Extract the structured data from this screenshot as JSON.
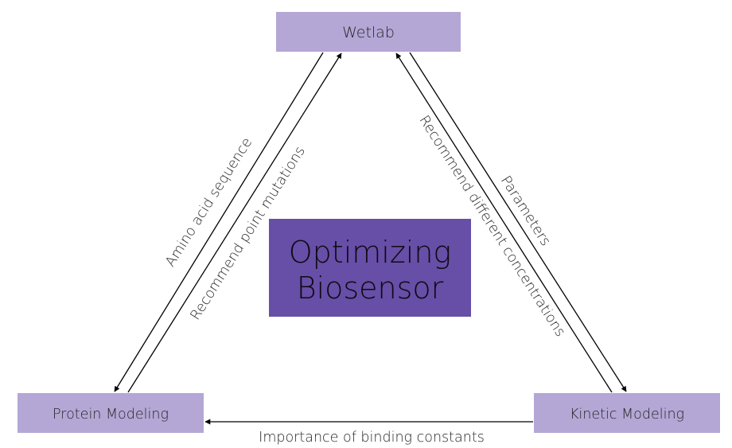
{
  "diagram": {
    "title": "Optimizing Biosensor",
    "center": {
      "lines": [
        "Optimizing",
        "Biosensor"
      ],
      "fill": "#674ea7"
    },
    "node_fill": "#b4a7d6",
    "edge_color": "#000000",
    "nodes": [
      {
        "id": "wetlab",
        "label": "Wetlab"
      },
      {
        "id": "protein",
        "label": "Protein Modeling"
      },
      {
        "id": "kinetic",
        "label": "Kinetic Modeling"
      }
    ],
    "edges": [
      {
        "from": "wetlab",
        "to": "protein",
        "label": "Amino acid sequence"
      },
      {
        "from": "protein",
        "to": "wetlab",
        "label": "Recommend point mutations"
      },
      {
        "from": "kinetic",
        "to": "wetlab",
        "label": "Recommend different concentrations"
      },
      {
        "from": "wetlab",
        "to": "kinetic",
        "label": "Parameters"
      },
      {
        "from": "kinetic",
        "to": "protein",
        "label": "Importance of binding constants"
      }
    ]
  }
}
